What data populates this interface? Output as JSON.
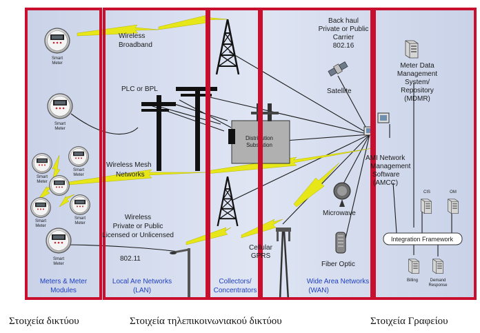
{
  "sections": [
    {
      "id": "meters",
      "title_lines": [
        "Meters & Meter",
        "Modules"
      ]
    },
    {
      "id": "lan",
      "title_lines": [
        "Local Are Networks",
        "(LAN)"
      ]
    },
    {
      "id": "collectors",
      "title_lines": [
        "Collectors/",
        "Concentrators"
      ]
    },
    {
      "id": "wan",
      "title_lines": [
        "Wide Area Networks",
        "(WAN)"
      ]
    }
  ],
  "meter_label_lines": [
    "Smart",
    "Meter"
  ],
  "labels": {
    "wireless_broadband": [
      "Wireless",
      "Broadband"
    ],
    "plc": "PLC or BPL",
    "wireless_mesh": [
      "Wireless Mesh",
      "Networks"
    ],
    "wireless_private": [
      "Wireless",
      "Private or Public",
      "Licensed or Unlicensed"
    ],
    "protocol_80211": "802.11",
    "backhaul": [
      "Back haul",
      "Private or Public",
      "Carrier",
      "802.16"
    ],
    "satellite": "Satellite",
    "substation": [
      "Distribution",
      "Substation"
    ],
    "cellular": [
      "Cellular",
      "GPRS"
    ],
    "microwave": "Microwave",
    "fiber": "Fiber Optic",
    "mdmr": [
      "Meter Data",
      "Management",
      "System/",
      "Repository",
      "(MDMR)"
    ],
    "ami": [
      "AMI Network",
      "Management",
      "Software",
      "(AMCC)"
    ],
    "cis": "CIS",
    "om": "OM",
    "integration": "Integration Framework",
    "billing": "Billing",
    "demand": [
      "Demand",
      "Response"
    ]
  },
  "captions": {
    "left": "Στοιχεία δικτύου",
    "middle": "Στοιχεία τηλεπικοινωνιακού δικτύου",
    "right": "Στοιχεία Γραφείου"
  },
  "colors": {
    "frame": "#c8102e",
    "panel": "#cdd6ea",
    "section_title": "#1f3fbf",
    "bolt": "#e6e619"
  }
}
